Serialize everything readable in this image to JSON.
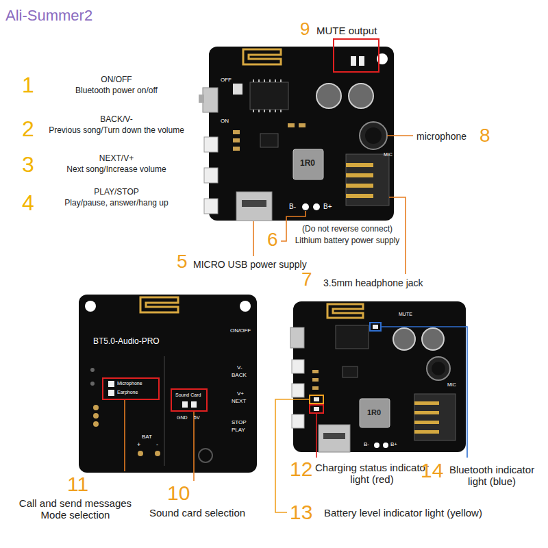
{
  "diagram": {
    "labels": [
      "Ali-Summer2",
      "1",
      "ON/OFF",
      "Bluetooth power on/off",
      "2",
      "BACK/V-",
      "Previous song/Turn down the volume",
      "3",
      "NEXT/V+",
      "Next song/Increase volume",
      "4",
      "PLAY/STOP",
      "Play/pause, answer/hang up",
      "9",
      "MUTE output",
      "microphone",
      "8",
      "(Do not reverse connect)",
      "Lithium battery power supply",
      "6",
      "5",
      "MICRO USB power supply",
      "7",
      "3.5mm headphone jack",
      "OFF",
      "ON",
      "MUTE",
      "MIC",
      "1R0",
      "B-",
      "B+",
      "BT5.0-Audio-PRO",
      "ON/OFF",
      "V-",
      "BACK",
      "V+",
      "NEXT",
      "STOP",
      "PLAY",
      "Microphone",
      "Earphone",
      "Sound Card",
      "GND",
      "5V",
      "BAT",
      "+",
      "-",
      "MUTE",
      "MIC",
      "1R0",
      "B-",
      "B+",
      "11",
      "Call and send messages Mode selection",
      "10",
      "Sound card selection",
      "12",
      "Charging status indicator light (red)",
      "14",
      "Bluetooth indicator light (blue)",
      "13",
      "Battery level indicator light (yellow)"
    ]
  }
}
